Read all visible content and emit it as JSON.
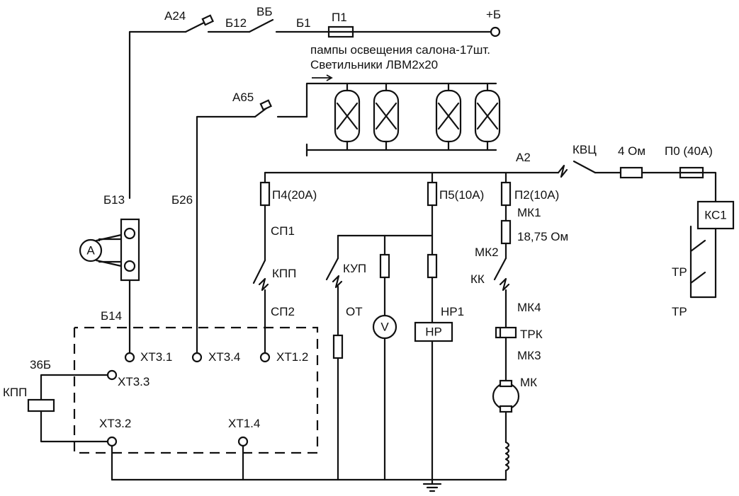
{
  "labels": {
    "a24": "А24",
    "b12": "Б12",
    "vb": "ВБ",
    "b1": "Б1",
    "p1": "П1",
    "plus_b": "+Б",
    "lamps_line1": "пампы освещения салона-17шт.",
    "lamps_line2": "Светильники ЛВМ2х20",
    "a65": "А65",
    "a2": "А2",
    "kvc": "КВЦ",
    "r4om": "4 Ом",
    "p0": "П0 (40А)",
    "ks1": "КС1",
    "tr1": "ТР",
    "tr2": "ТР",
    "b13": "Б13",
    "b26": "Б26",
    "p4": "П4(20А)",
    "p5": "П5(10А)",
    "p2": "П2(10А)",
    "mk1": "МК1",
    "r1875": "18,75 Ом",
    "mk2": "МК2",
    "kk": "КК",
    "sp1": "СП1",
    "kpp_switch": "КПП",
    "kup": "КУП",
    "sp2": "СП2",
    "ot": "ОТ",
    "ammeter": "А",
    "voltmeter": "V",
    "hp1": "НР1",
    "hp": "НР",
    "mk4": "МК4",
    "trk": "ТРК",
    "mk3": "МК3",
    "mk": "МК",
    "b14": "Б14",
    "xt31": "ХТ3.1",
    "xt34": "ХТ3.4",
    "xt12": "ХТ1.2",
    "b36": "36Б",
    "xt33": "ХТ3.3",
    "kpp_coil": "КПП",
    "xt32": "ХТ3.2",
    "xt14": "ХТ1.4"
  }
}
